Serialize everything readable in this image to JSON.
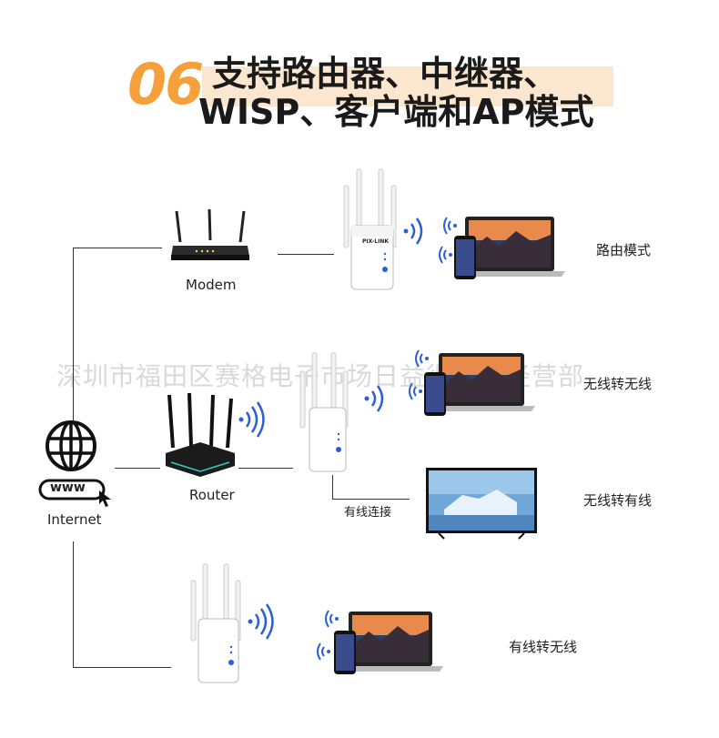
{
  "header": {
    "number": "06",
    "title_line1": "支持路由器、中继器、",
    "title_line2": "WISP、客户端和AP模式"
  },
  "internet": {
    "label": "Internet",
    "www": "www"
  },
  "devices": {
    "modem": "Modem",
    "router": "Router",
    "repeater_brand": "PIX-LINK"
  },
  "modes": {
    "routing": "路由模式",
    "wireless_to_wireless": "无线转无线",
    "wireless_to_wired": "无线转有线",
    "wired_to_wireless": "有线转无线"
  },
  "wired_connection": "有线连接",
  "watermark": "深圳市福田区赛格电子市场日益得电子经营部",
  "colors": {
    "accent": "#f5a03b",
    "band": "#fbe6cf",
    "wifi": "#2a5fd8"
  },
  "icons": [
    "globe-icon",
    "cursor-icon",
    "modem-icon",
    "router-icon",
    "repeater-icon",
    "laptop-icon",
    "phone-icon",
    "tv-icon",
    "wifi-signal-icon"
  ]
}
